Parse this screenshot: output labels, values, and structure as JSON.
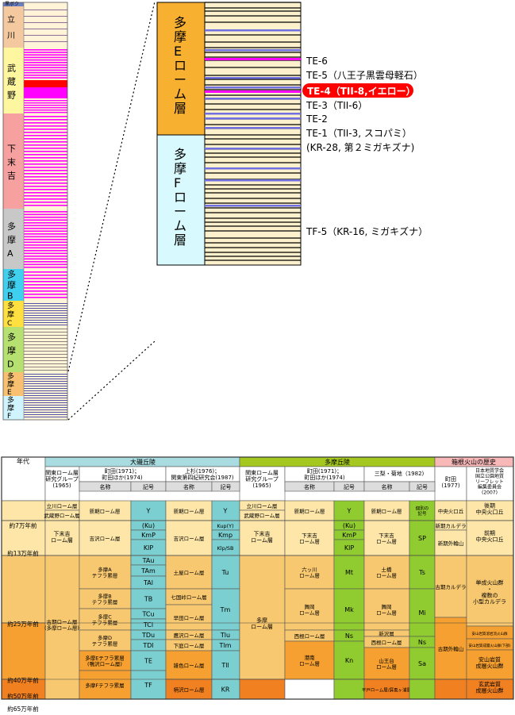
{
  "column": {
    "labels": [
      "黒ボク",
      "立川",
      "武蔵野",
      "下末吉",
      "多摩A",
      "多摩B",
      "多摩C",
      "多摩D",
      "多摩E",
      "多摩F"
    ],
    "colors": {
      "kuroboku": "#6a7fc0",
      "tachikawa": "#f4c9a0",
      "musashino": "#fff7a0",
      "shimosueyoshi": "#f7a0a0",
      "tama_a": "#c8c8c8",
      "tama_b": "#3fd0f0",
      "tama_c": "#ffe040",
      "tama_d": "#b6e070",
      "tama_e": "#f8c070",
      "tama_f": "#d0f4ff",
      "magenta": "#ff00ff",
      "red": "#ff0000",
      "navy": "#2a2a9a"
    }
  },
  "zoom": {
    "e_label": "多摩Eローム層",
    "f_label": "多摩Fローム層",
    "e_color": "#f8b030",
    "f_color": "#d8fafe",
    "strip_color": "#fdf0cc",
    "tephra": [
      {
        "text": "TE-6"
      },
      {
        "text": "TE-5（八王子黒雲母軽石）"
      },
      {
        "text": "TE-4（TII-8,イエロー）",
        "highlight": true
      },
      {
        "text": "TE-3（TII-6）"
      },
      {
        "text": "TE-2"
      },
      {
        "text": "TE-1（TII-3, スコパミ）"
      },
      {
        "text": "(KR-28, 第２ミガキズナ)"
      },
      {
        "text": "TF-5（KR-16, ミガキズナ）"
      }
    ]
  },
  "table": {
    "era_header": "年代",
    "group_headers": [
      "大磯丘陵",
      "多摩丘陵",
      "箱根火山の歴史"
    ],
    "subheaders": {
      "oiso": [
        "関東ローム層研究グループ(1965)",
        "町田(1971)；町田ほか(1974)",
        "上杉(1976)；関東第四紀研究会(1987)"
      ],
      "tama": [
        "関東ローム層研究グループ(1965)",
        "町田(1971)；町田ほか(1974)",
        "三梨・菊地（1982)"
      ],
      "hakone": [
        "町田(1977)",
        "日本地質学会国立公園地質リーフレット編集委員会(2007)"
      ]
    },
    "name_label": "名称",
    "symbol_label": "記号",
    "individual_symbol": "個別の記号",
    "ages": [
      "約7万年前",
      "約13万年前",
      "約25万年前",
      "約40万年前",
      "約50万年前",
      "約65万年前"
    ],
    "oiso_kanto": [
      "立川ローム層",
      "武蔵野ローム層",
      "下末吉ローム層",
      "古期ローム層(多摩ローム層)"
    ],
    "oiso_machida_names": [
      "新期ローム層",
      "吉沢ローム層",
      "多摩Aテフラ累層",
      "多摩Bテフラ累層",
      "多摩Cテフラ累層",
      "多摩Dテフラ累層",
      "多摩Eテフラ累層(鴨沢ローム層)",
      "多摩Fテフラ累層"
    ],
    "oiso_machida_syms": [
      "Y",
      "(Ku)",
      "KmP",
      "KlP",
      "TAu",
      "TAm",
      "TAl",
      "TB",
      "TCu",
      "TCl",
      "TDu",
      "TDl",
      "TE",
      "TF"
    ],
    "oiso_uesugi_names": [
      "新期ローム層",
      "吉沢ローム層",
      "土屋ローム層",
      "七国峠ローム層",
      "早田ローム層",
      "鷹沢ローム層",
      "下庭ローム層",
      "雑色ローム層",
      "柄沢ローム層"
    ],
    "oiso_uesugi_syms": [
      "Y",
      "Kup(Y)",
      "Kmp",
      "Klp/SB",
      "Tu",
      "Tm",
      "Tlu",
      "Tlm",
      "Tll",
      "KR"
    ],
    "tama_kanto": [
      "立川ローム層",
      "武蔵野ローム層",
      "下末吉ローム層",
      "多摩ローム層"
    ],
    "tama_machida_names": [
      "新期ローム層",
      "下末吉ローム層",
      "六ッ川ローム層",
      "舞岡ローム層",
      "西根ローム層",
      "港南ローム層"
    ],
    "tama_machida_syms": [
      "Y",
      "(Ku)",
      "KmP",
      "KlP",
      "Mt",
      "Mk",
      "Ns",
      "Kn"
    ],
    "tama_minashi_names": [
      "新期ローム層",
      "下末吉ローム層",
      "土橋ローム層",
      "舞岡ローム層",
      "新沢層",
      "西根ローム層",
      "山王台ローム層",
      "平戸ローム層/屏風ヶ浦層"
    ],
    "tama_minashi_syms": [
      "個別の記号",
      "SP",
      "Ts",
      "Mi",
      "Ns",
      "Sa"
    ],
    "hakone_machida": [
      "中央火口丘",
      "新期カルデラ",
      "新期外輪山",
      "古期カルデラ",
      "古期外輪山"
    ],
    "hakone_2007": [
      "後期中央火口丘",
      "前期中央火口丘",
      "単成火山群・複数の小型カルデラ",
      "安山岩質溶岩流火山群",
      "安山岩質成層火山群(下部)",
      "安山岩質成層火山群",
      "玄武岩質成層火山群"
    ]
  }
}
